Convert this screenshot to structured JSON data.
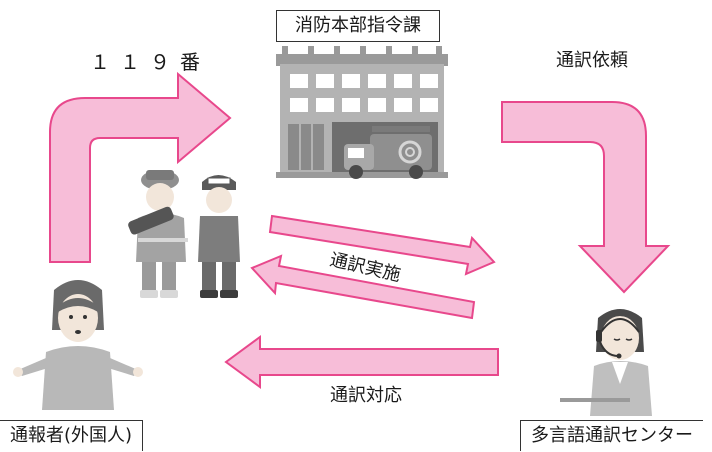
{
  "labels": {
    "dispatch_center": "消防本部指令課",
    "call_119": "１１９番",
    "interpretation_request": "通訳依頼",
    "interpretation_performed": "通訳実施",
    "interpretation_response": "通訳対応",
    "caller": "通報者(外国人)",
    "multilingual_center": "多言語通訳センター"
  },
  "colors": {
    "arrow_fill": "#f7bdd8",
    "arrow_stroke": "#e8488c",
    "gray_dark": "#6e6e6e",
    "gray_mid": "#9a9a9a",
    "gray_light": "#cfcfcf"
  },
  "icons": {
    "building": "fire-station-building-icon",
    "truck": "fire-truck-icon",
    "firefighters": "firefighters-icon",
    "caller": "foreign-caller-icon",
    "operator": "headset-operator-icon"
  }
}
